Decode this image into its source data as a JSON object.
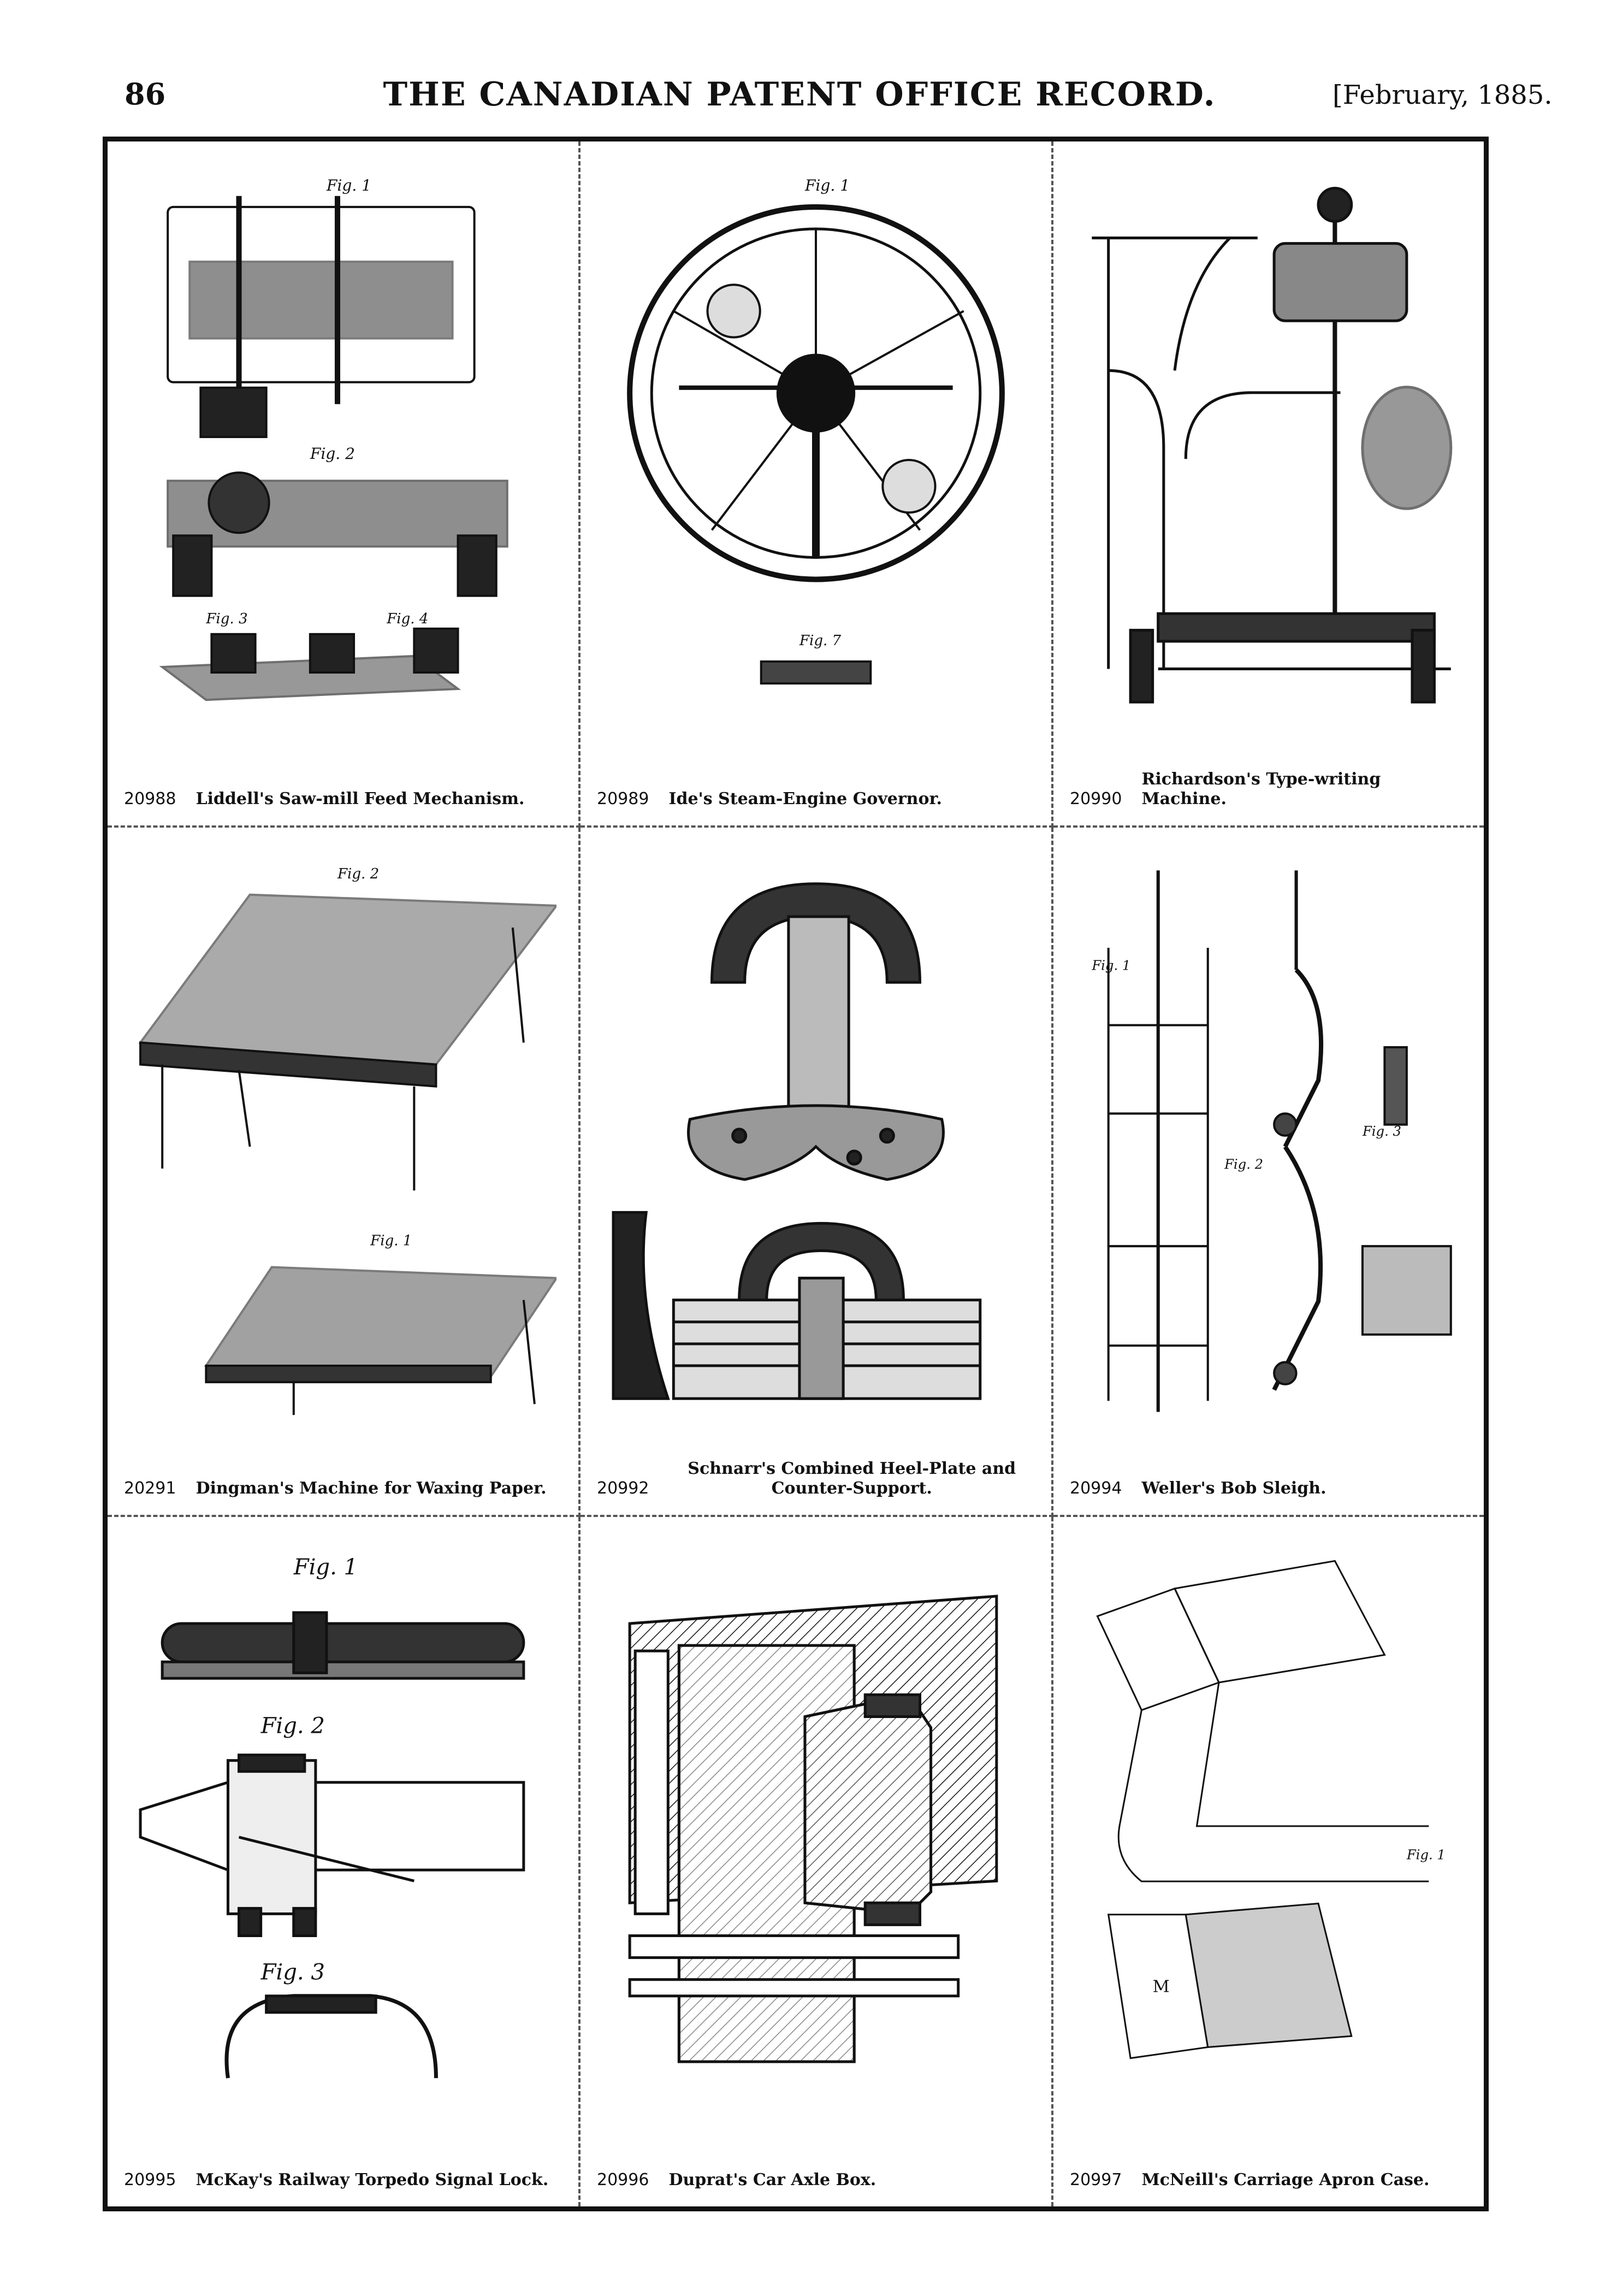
{
  "header": {
    "page_number": "86",
    "journal_title": "THE CANADIAN PATENT OFFICE RECORD.",
    "issue_date": "[February, 1885."
  },
  "patents": [
    {
      "number": "20988",
      "title": "Liddell's Saw-mill Feed Mechanism.",
      "figures": [
        "Fig. 1",
        "Fig. 2",
        "Fig. 3",
        "Fig. 4"
      ]
    },
    {
      "number": "20989",
      "title": "Ide's Steam-Engine Governor.",
      "figures": [
        "Fig. 1",
        "Fig. 7"
      ]
    },
    {
      "number": "20990",
      "title": "Richardson's Type-writing Machine.",
      "figures": []
    },
    {
      "number": "20291",
      "title": "Dingman's Machine for Waxing Paper.",
      "figures": [
        "Fig. 2",
        "Fig. 1"
      ]
    },
    {
      "number": "20992",
      "title": "Schnarr's Combined Heel-Plate and Counter-Support.",
      "figures": []
    },
    {
      "number": "20994",
      "title": "Weller's Bob Sleigh.",
      "figures": [
        "Fig. 1",
        "Fig. 2",
        "Fig. 3"
      ]
    },
    {
      "number": "20995",
      "title": "McKay's Railway Torpedo Signal Lock.",
      "figures": [
        "Fig. 1",
        "Fig. 2",
        "Fig. 3"
      ]
    },
    {
      "number": "20996",
      "title": "Duprat's Car Axle Box.",
      "figures": []
    },
    {
      "number": "20997",
      "title": "McNeill's Carriage Apron Case.",
      "figures": [
        "Fig. 1"
      ]
    }
  ]
}
